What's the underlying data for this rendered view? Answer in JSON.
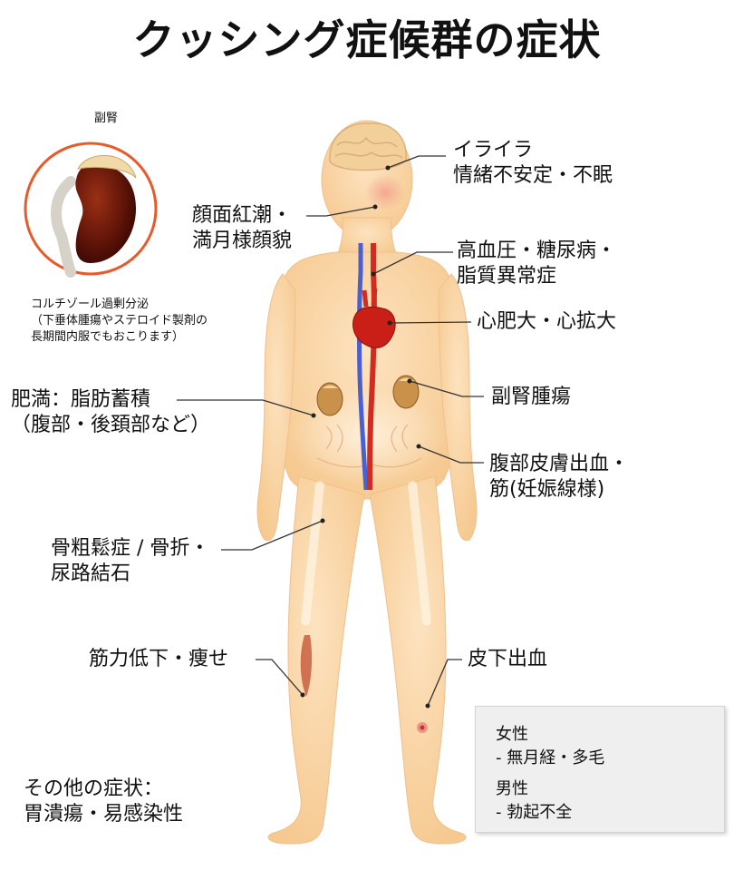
{
  "title": "クッシング症候群の症状",
  "inset": {
    "label": "副腎",
    "caption": [
      "コルチゾール過剰分泌",
      "（下垂体腫瘍やステロイド製剤の",
      "長期間内服でもおこります）"
    ]
  },
  "symptoms": {
    "irritability": [
      "イライラ",
      "情緒不安定・不眠"
    ],
    "face": [
      "顔面紅潮・",
      "満月様顔貌"
    ],
    "hypertension": [
      "高血圧・糖尿病・",
      "脂質異常症"
    ],
    "heart": [
      "心肥大・心拡大"
    ],
    "obesity": [
      "肥満：脂肪蓄積",
      "（腹部・後頚部など）"
    ],
    "adrenal_tumor": [
      "副腎腫瘍"
    ],
    "skin": [
      "腹部皮膚出血・",
      "筋(妊娠線様)"
    ],
    "bone": [
      "骨粗鬆症 / 骨折・",
      "尿路結石"
    ],
    "muscle": [
      "筋力低下・痩せ"
    ],
    "bruise": [
      "皮下出血"
    ],
    "other": [
      "その他の症状：",
      "胃潰瘍・易感染性"
    ]
  },
  "sex": {
    "female_title": "女性",
    "female_item": "- 無月経・多毛",
    "male_title": "男性",
    "male_item": "-  勃起不全"
  }
}
